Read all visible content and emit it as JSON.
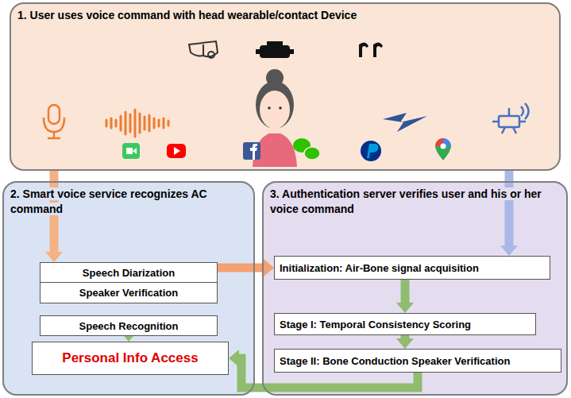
{
  "diagram": {
    "nodes": [
      {
        "text": [
          "1. User uses voice command with head wearable/contact Device"
        ]
      },
      {
        "text": [
          "2. Smart voice service recognizes AC command"
        ]
      },
      {
        "text": [
          "3. Authentication server verifies user and his or her voice command"
        ]
      },
      {
        "text": [
          "Speech Diarization"
        ],
        "in": 1
      },
      {
        "text": [
          "Speaker Verification"
        ],
        "in": 1
      },
      {
        "text": [
          "Speech Recognition"
        ],
        "in": 1
      },
      {
        "text": [
          "Personal Info Access"
        ],
        "in": 1
      },
      {
        "text": [
          "Initialization: Air-Bone signal acquisition"
        ],
        "in": 2
      },
      {
        "text": [
          "Stage I: Temporal Consistency Scoring"
        ],
        "in": 2
      },
      {
        "text": [
          "Stage II: Bone Conduction Speaker Verification"
        ],
        "in": 2
      }
    ],
    "edges": [
      {
        "from": 0,
        "to": 3,
        "arrow": "to"
      },
      {
        "from": 0,
        "to": 7,
        "arrow": "to"
      },
      {
        "from": 3,
        "to": 7,
        "arrow": "to"
      },
      {
        "from": 5,
        "to": 6,
        "arrow": "to"
      },
      {
        "from": 7,
        "to": 8,
        "arrow": "to"
      },
      {
        "from": 8,
        "to": 9,
        "arrow": "to"
      },
      {
        "from": 9,
        "to": 6,
        "arrow": "to"
      }
    ]
  }
}
